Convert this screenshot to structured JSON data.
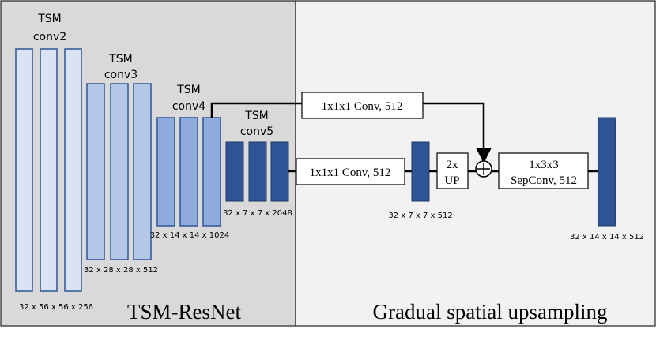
{
  "colors": {
    "left_panel_bg": "#d9d9d9",
    "right_panel_bg": "#f2f2f2",
    "border": "#222222",
    "conv2_fill": "#dae3f3",
    "conv3_fill": "#b4c7e7",
    "conv4_fill": "#8faadc",
    "conv5_fill": "#2f5597",
    "feature_fill": "#2f5597"
  },
  "left_panel": {
    "title": "TSM-ResNet",
    "stages": [
      {
        "label_line1": "TSM",
        "label_line2": "conv2",
        "dims": "32 x 56 x 56 x 256"
      },
      {
        "label_line1": "TSM",
        "label_line2": "conv3",
        "dims": "32 x 28 x 28 x 512"
      },
      {
        "label_line1": "TSM",
        "label_line2": "conv4",
        "dims": "32 x 14 x 14 x 1024"
      },
      {
        "label_line1": "TSM",
        "label_line2": "conv5",
        "dims": "32 x 7 x 7 x 2048"
      }
    ]
  },
  "right_panel": {
    "title": "Gradual spatial upsampling",
    "boxes": {
      "top_conv": "1x1x1 Conv, 512",
      "mid_conv": "1x1x1 Conv, 512",
      "upsample_line1": "2x",
      "upsample_line2": "UP",
      "sepconv_line1": "1x3x3",
      "sepconv_line2": "SepConv, 512"
    },
    "mid_feature_dims": "32 x 7 x 7 x 512",
    "out_feature_dims": "32 x 14 x 14 x 512",
    "sum_symbol": "+"
  }
}
